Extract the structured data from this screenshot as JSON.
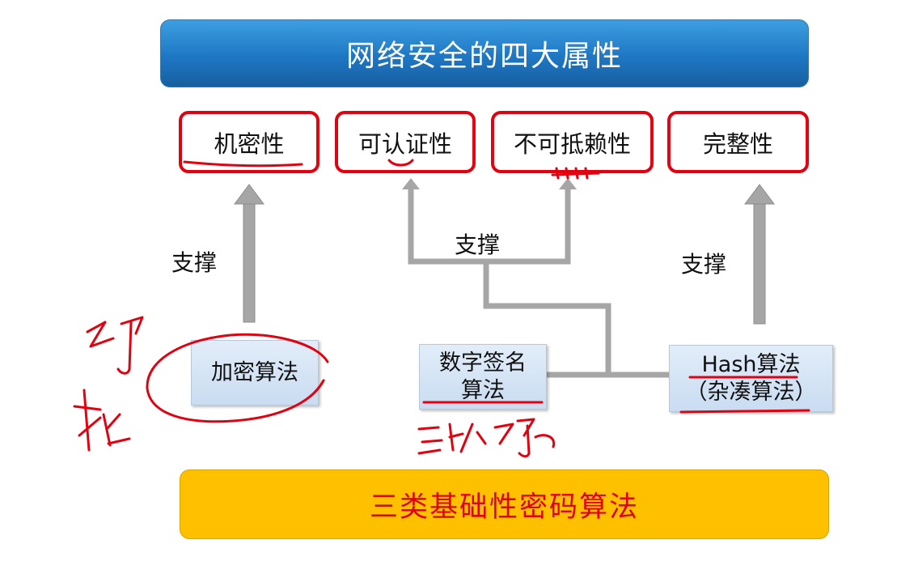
{
  "title": "网络安全的四大属性",
  "properties": [
    {
      "label": "机密性"
    },
    {
      "label": "可认证性"
    },
    {
      "label": "不可抵赖性"
    },
    {
      "label": "完整性"
    }
  ],
  "support_label": "支撑",
  "algorithms": {
    "encryption": "加密算法",
    "signature_line1": "数字签名",
    "signature_line2": "算法",
    "hash_line1": "Hash算法",
    "hash_line2": "（杂凑算法）"
  },
  "bottom": "三类基础性密码算法",
  "colors": {
    "title_blue": "#1f77c4",
    "highlight_red": "#e3000f",
    "connector_gray": "#a6a6a6",
    "bottom_yellow": "#ffc000"
  }
}
